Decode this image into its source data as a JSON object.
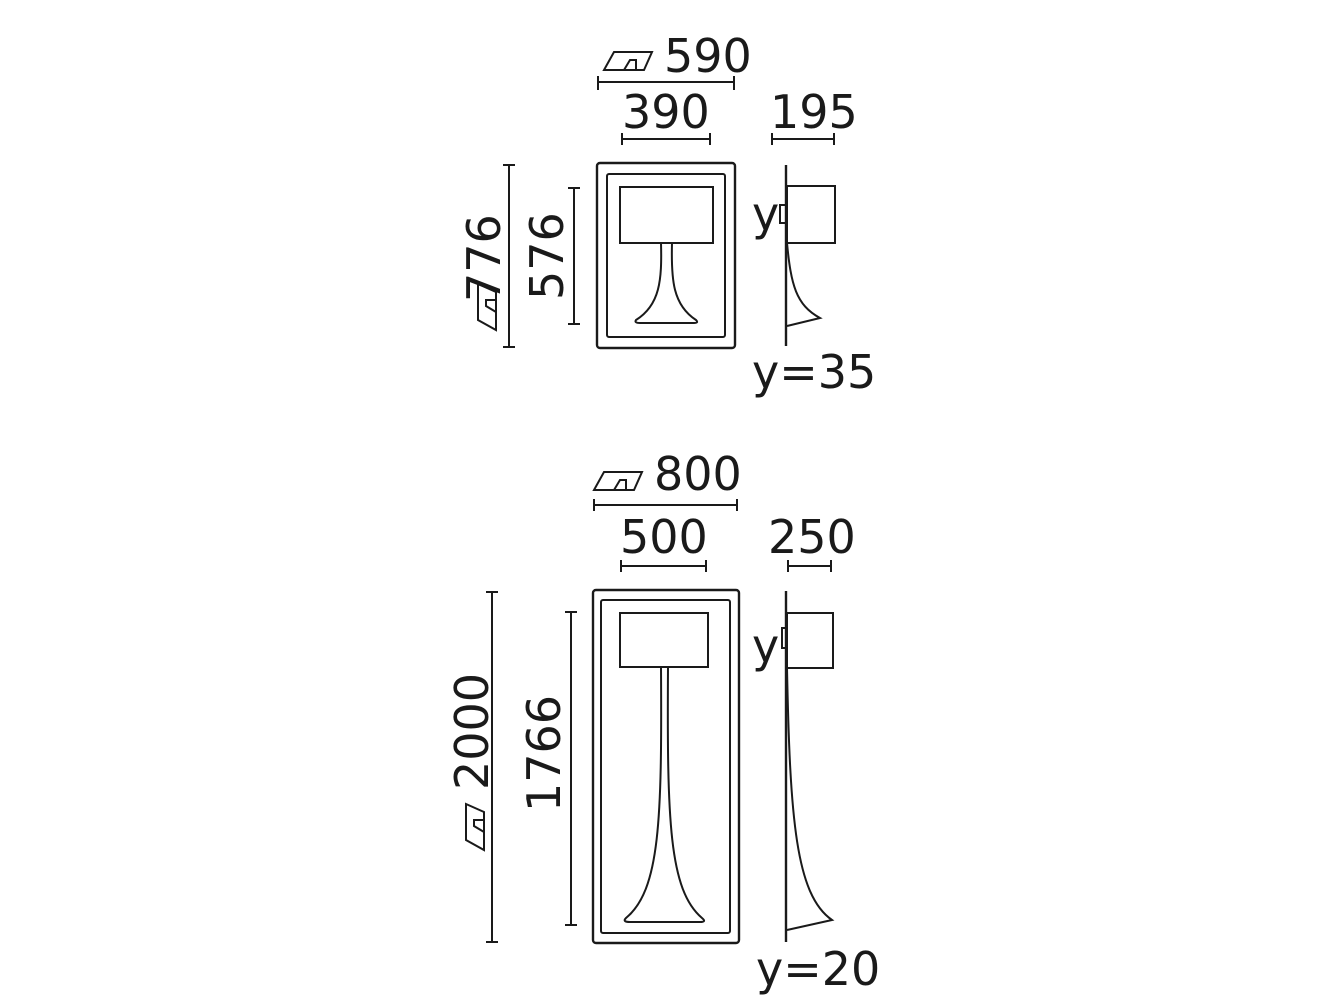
{
  "icon": "box-packaging-icon",
  "table_lamp": {
    "box_width": "590",
    "lamp_width": "390",
    "depth": "195",
    "box_height": "776",
    "lamp_height": "576",
    "y_label": "y",
    "y_value": "y=35"
  },
  "floor_lamp": {
    "box_width": "800",
    "lamp_width": "500",
    "depth": "250",
    "box_height": "2000",
    "lamp_height": "1766",
    "y_label": "y",
    "y_value": "y=20"
  }
}
